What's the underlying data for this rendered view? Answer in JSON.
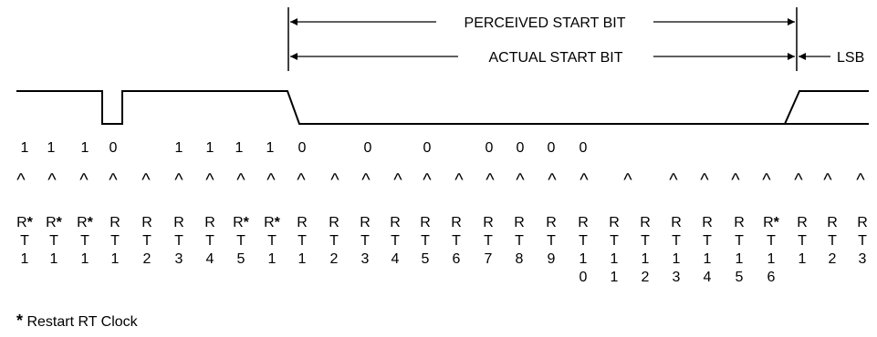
{
  "labels": {
    "perceived": "PERCEIVED START BIT",
    "actual": "ACTUAL START BIT",
    "lsb": "LSB"
  },
  "bit_sequence": [
    "1",
    "1",
    "1",
    "0",
    "1",
    "1",
    "1",
    "1",
    "0",
    "0",
    "0",
    "0",
    "0",
    "0",
    "0"
  ],
  "sample_marker": "^",
  "samples": [
    {
      "r": "R*",
      "t": "T",
      "n": "1"
    },
    {
      "r": "R*",
      "t": "T",
      "n": "1"
    },
    {
      "r": "R*",
      "t": "T",
      "n": "1"
    },
    {
      "r": "R",
      "t": "T",
      "n": "1"
    },
    {
      "r": "R",
      "t": "T",
      "n": "2"
    },
    {
      "r": "R",
      "t": "T",
      "n": "3"
    },
    {
      "r": "R",
      "t": "T",
      "n": "4"
    },
    {
      "r": "R*",
      "t": "T",
      "n": "5"
    },
    {
      "r": "R*",
      "t": "T",
      "n": "1"
    },
    {
      "r": "R",
      "t": "T",
      "n": "1"
    },
    {
      "r": "R",
      "t": "T",
      "n": "2"
    },
    {
      "r": "R",
      "t": "T",
      "n": "3"
    },
    {
      "r": "R",
      "t": "T",
      "n": "4"
    },
    {
      "r": "R",
      "t": "T",
      "n": "5"
    },
    {
      "r": "R",
      "t": "T",
      "n": "6"
    },
    {
      "r": "R",
      "t": "T",
      "n": "7"
    },
    {
      "r": "R",
      "t": "T",
      "n": "8"
    },
    {
      "r": "R",
      "t": "T",
      "n": "9"
    },
    {
      "r": "R",
      "t": "T",
      "n": "1",
      "n2": "0"
    },
    {
      "r": "R",
      "t": "T",
      "n": "1",
      "n2": "1"
    },
    {
      "r": "R",
      "t": "T",
      "n": "1",
      "n2": "2"
    },
    {
      "r": "R",
      "t": "T",
      "n": "1",
      "n2": "3"
    },
    {
      "r": "R",
      "t": "T",
      "n": "1",
      "n2": "4"
    },
    {
      "r": "R",
      "t": "T",
      "n": "1",
      "n2": "5"
    },
    {
      "r": "R*",
      "t": "T",
      "n": "1",
      "n2": "6"
    },
    {
      "r": "R",
      "t": "T",
      "n": "1"
    },
    {
      "r": "R",
      "t": "T",
      "n": "2"
    },
    {
      "r": "R",
      "t": "T",
      "n": "3"
    }
  ],
  "footnote": {
    "symbol": "*",
    "text": " Restart RT Clock"
  }
}
